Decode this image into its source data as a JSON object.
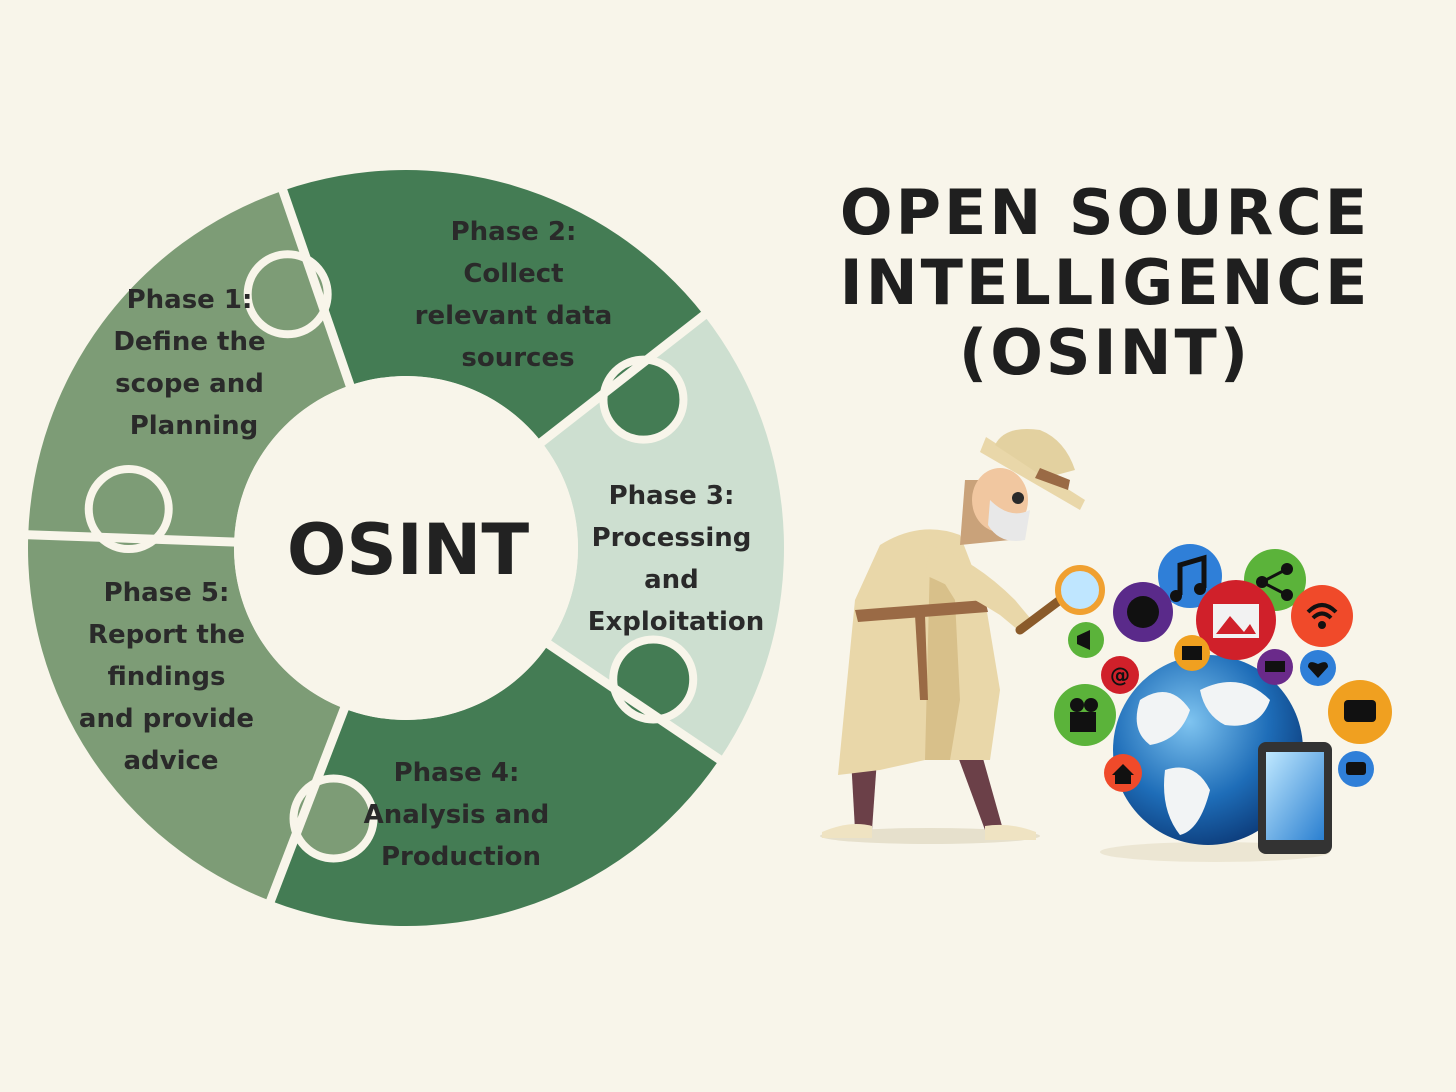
{
  "colors": {
    "background": "#f8f5ea",
    "phase1": "#7d9c76",
    "phase2": "#447c54",
    "phase3": "#cddfd0",
    "phase4": "#447c54",
    "phase5": "#7d9c76",
    "center": "#f8f5ea",
    "text": "#2a2a2a"
  },
  "cycle": {
    "center_label": "OSINT",
    "phases": [
      {
        "lines": [
          "Phase 1:",
          "Define the",
          "scope and",
          "Planning"
        ]
      },
      {
        "lines": [
          "Phase 2:",
          "Collect",
          "relevant data",
          "sources"
        ]
      },
      {
        "lines": [
          "Phase 3:",
          "Processing",
          "and",
          "Exploitation"
        ]
      },
      {
        "lines": [
          "Phase 4:",
          "Analysis and",
          "Production"
        ]
      },
      {
        "lines": [
          "Phase 5:",
          "Report the",
          "findings",
          "and provide",
          "advice"
        ]
      }
    ]
  },
  "title": {
    "lines": [
      "OPEN SOURCE",
      "INTELLIGENCE",
      "(OSINT)"
    ]
  },
  "illustration": {
    "figure": "detective-with-magnifying-glass",
    "objects": [
      "globe-icon",
      "tablet-icon",
      "music-icon",
      "share-icon",
      "wifi-icon",
      "heart-icon",
      "chat-icon",
      "video-camera-icon",
      "home-icon",
      "email-icon",
      "at-sign-icon",
      "megaphone-icon",
      "photo-icon",
      "world-icon"
    ]
  }
}
